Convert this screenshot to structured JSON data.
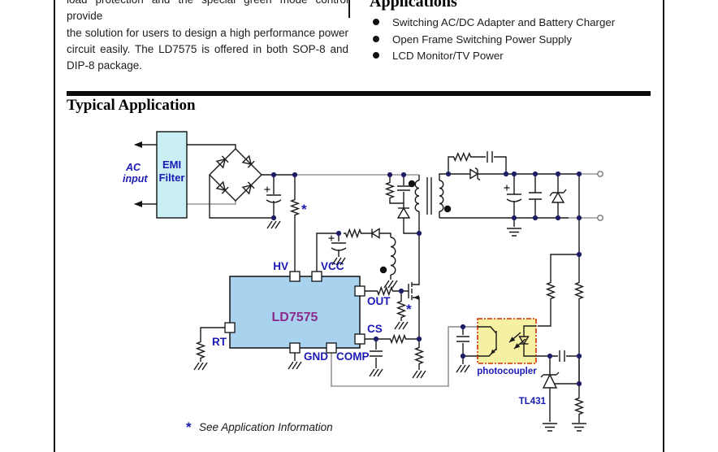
{
  "intro": {
    "lines": [
      "load protection and the special green mode control provide",
      "the solution for users to design a high performance power",
      "circuit easily.  The LD7575 is offered in both SOP-8 and",
      "DIP-8 package."
    ]
  },
  "applications": {
    "title": "Applications",
    "items": [
      "Switching AC/DC Adapter and Battery Charger",
      "Open Frame Switching Power Supply",
      "LCD Monitor/TV Power"
    ]
  },
  "section": {
    "title": "Typical Application"
  },
  "schematic": {
    "ac_line1": "AC",
    "ac_line2": "input",
    "emi_line1": "EMI",
    "emi_line2": "Filter",
    "ic_name": "LD7575",
    "pins": {
      "hv": "HV",
      "vcc": "VCC",
      "out": "OUT",
      "cs": "CS",
      "rt": "RT",
      "gnd": "GND",
      "comp": "COMP"
    },
    "photocoupler_label": "photocoupler",
    "tl431_label": "TL431",
    "asterisk": "*"
  },
  "footnote": {
    "marker": "*",
    "text": "See Application Information"
  },
  "colors": {
    "emi_fill": "#c9eef3",
    "ic_fill": "#a9d2ef",
    "ic_label": "#8b2a8b",
    "photocoupler_fill": "#f6f0a2",
    "photocoupler_border": "#cc3300",
    "label_blue": "#1a1ab4",
    "node_navy": "#1d1d66",
    "wire_gray": "#979797"
  }
}
